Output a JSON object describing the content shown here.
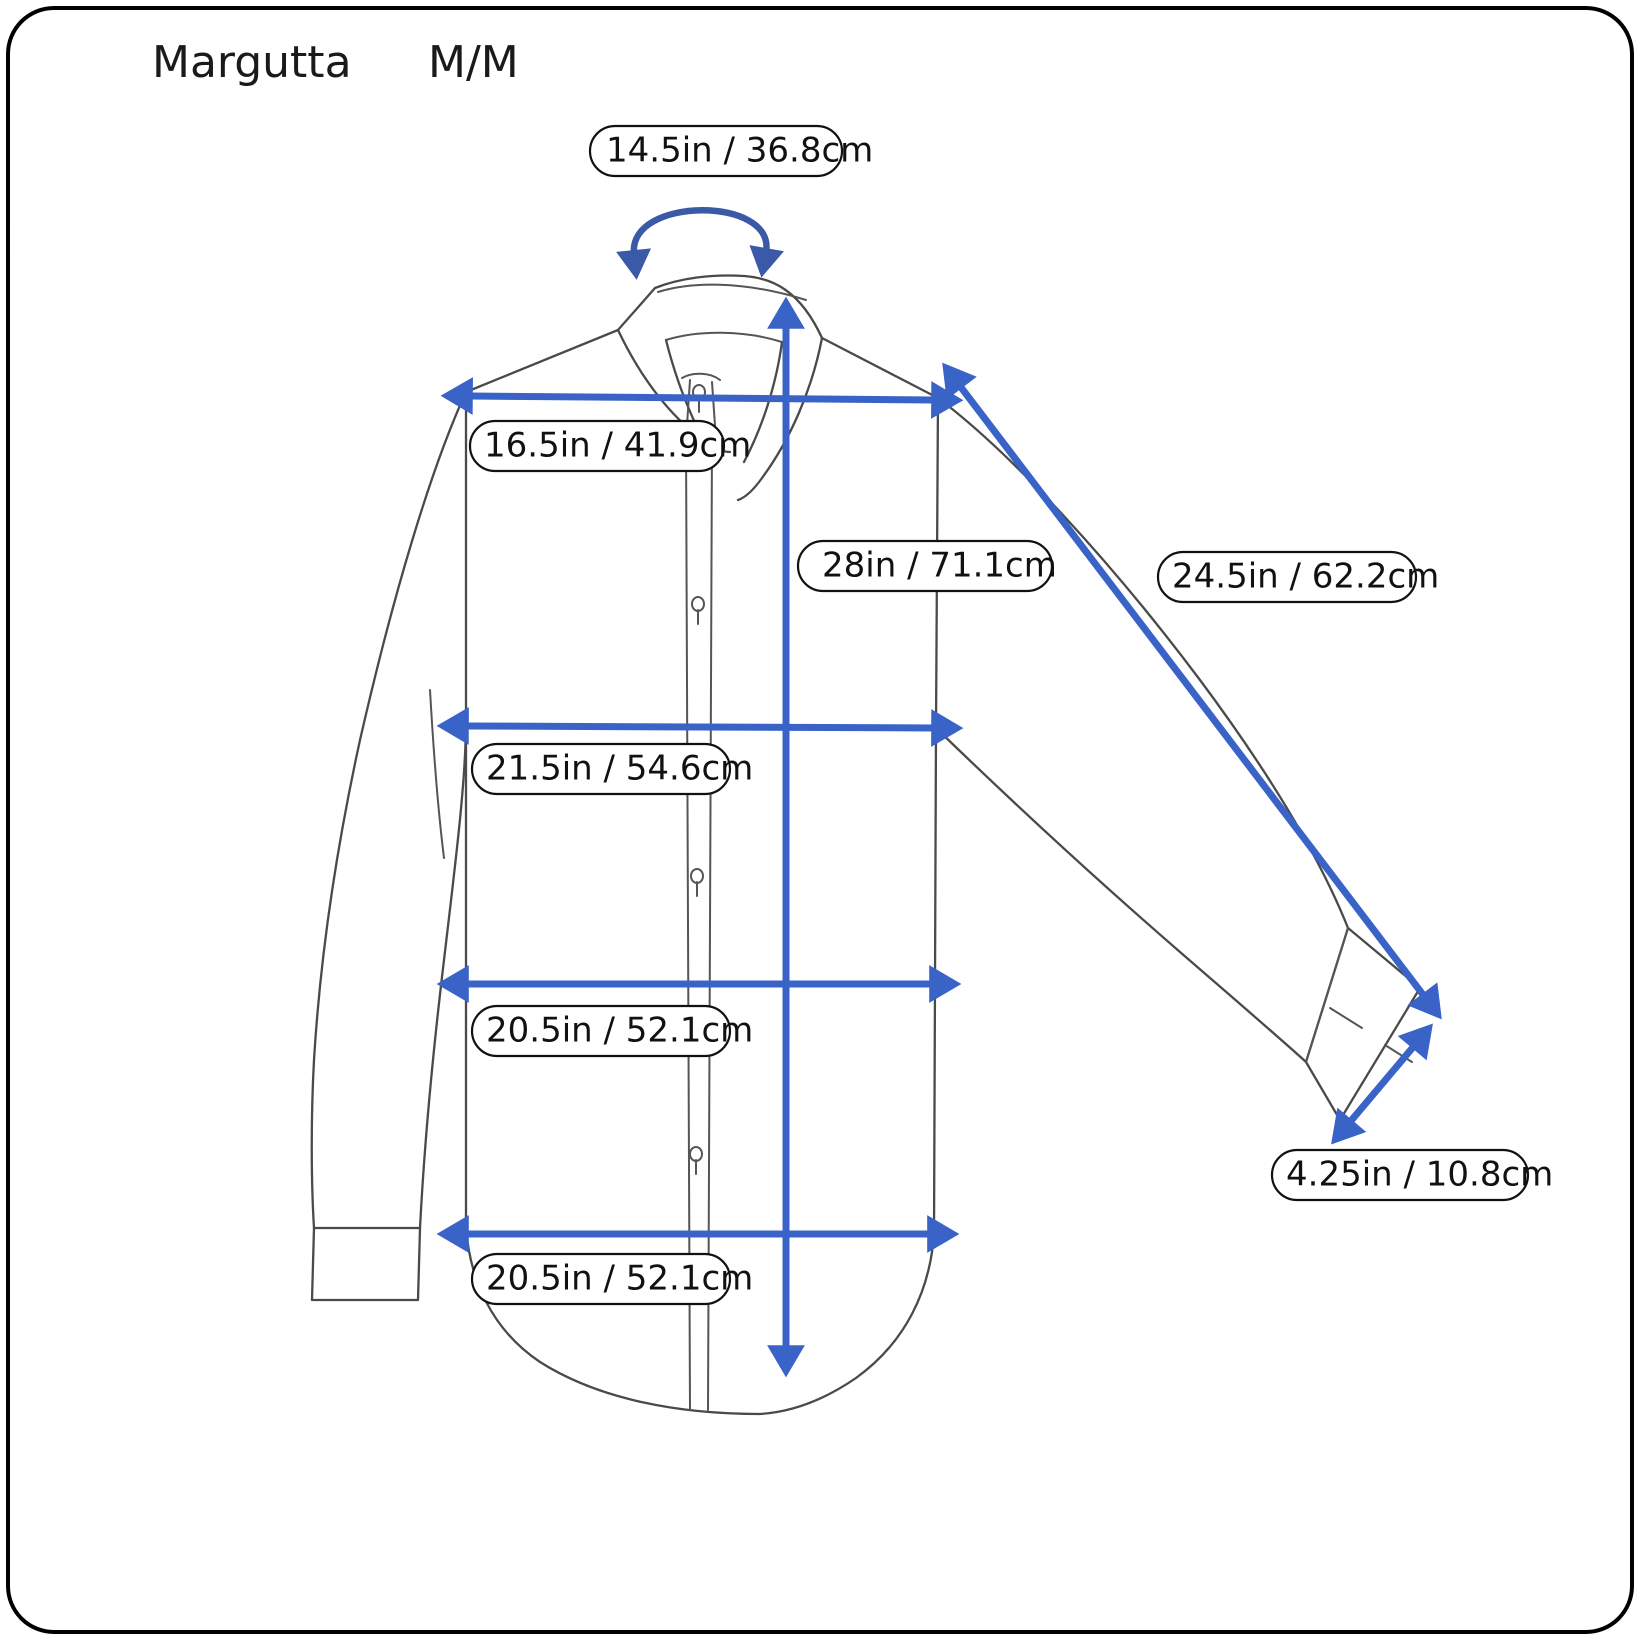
{
  "title": {
    "brand": "Margutta",
    "size": "M/M"
  },
  "colors": {
    "measurement_arrow": "#3a63c8",
    "garment_outline": "#4a4a4a",
    "frame_border": "#000000",
    "background": "#ffffff",
    "label_text": "#111111"
  },
  "icons": {
    "neck_arc": "curved-double-arrow-icon",
    "shoulder_arrow": "double-arrow-horizontal-icon",
    "length_arrow": "double-arrow-vertical-icon",
    "sleeve_arrow": "double-arrow-diagonal-icon",
    "chest_arrow": "double-arrow-horizontal-icon",
    "waist_arrow": "double-arrow-horizontal-icon",
    "hem_arrow": "double-arrow-horizontal-icon",
    "cuff_arrow": "double-arrow-diagonal-icon"
  },
  "measurements": [
    {
      "key": "neck",
      "name": "neck-measurement",
      "label": "14.5in / 36.8cm",
      "inches": 14.5,
      "cm": 36.8
    },
    {
      "key": "shoulder",
      "name": "shoulder-measurement",
      "label": "16.5in / 41.9cm",
      "inches": 16.5,
      "cm": 41.9
    },
    {
      "key": "length",
      "name": "length-measurement",
      "label": "28in / 71.1cm",
      "inches": 28,
      "cm": 71.1
    },
    {
      "key": "sleeve",
      "name": "sleeve-measurement",
      "label": "24.5in / 62.2cm",
      "inches": 24.5,
      "cm": 62.2
    },
    {
      "key": "chest",
      "name": "chest-measurement",
      "label": "21.5in / 54.6cm",
      "inches": 21.5,
      "cm": 54.6
    },
    {
      "key": "waist",
      "name": "waist-measurement",
      "label": "20.5in / 52.1cm",
      "inches": 20.5,
      "cm": 52.1
    },
    {
      "key": "hem",
      "name": "hem-measurement",
      "label": "20.5in / 52.1cm",
      "inches": 20.5,
      "cm": 52.1
    },
    {
      "key": "cuff",
      "name": "cuff-measurement",
      "label": "4.25in / 10.8cm",
      "inches": 4.25,
      "cm": 10.8
    }
  ]
}
